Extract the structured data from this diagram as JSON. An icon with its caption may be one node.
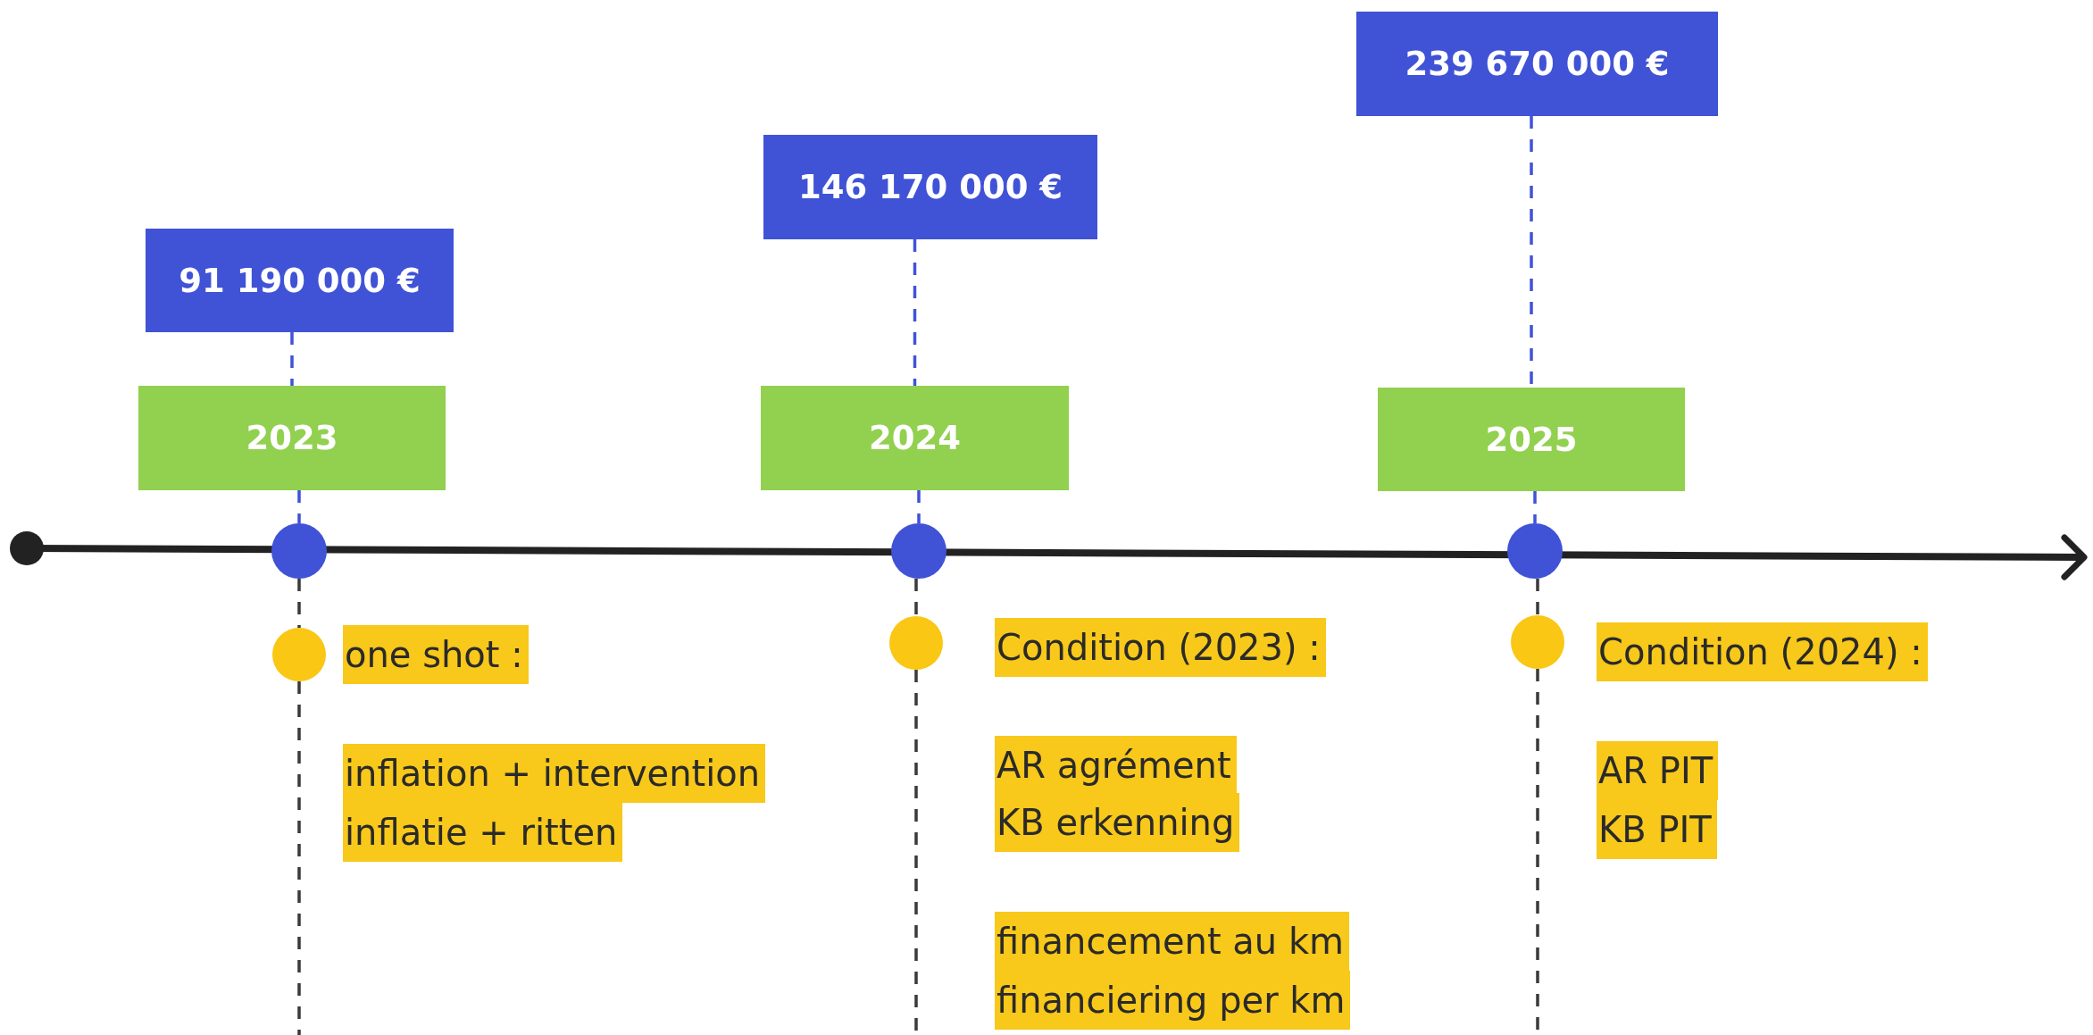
{
  "diagram": {
    "nodes": [
      {
        "text": [
          "91 190 000 €"
        ]
      },
      {
        "text": [
          "146 170 000 €"
        ]
      },
      {
        "text": [
          "239 670 000 €"
        ]
      },
      {
        "text": [
          "2023"
        ]
      },
      {
        "text": [
          "2024"
        ]
      },
      {
        "text": [
          "2025"
        ]
      },
      {
        "text": [],
        "shape": "circle"
      },
      {
        "text": [],
        "shape": "circle"
      },
      {
        "text": [],
        "shape": "circle"
      },
      {
        "text": [],
        "shape": "circle"
      },
      {
        "text": [],
        "shape": "circle"
      },
      {
        "text": [],
        "shape": "circle"
      }
    ],
    "edges": [
      {
        "from": 0,
        "to": 3,
        "arrow": "none",
        "style": "dashed",
        "color": "#4053d6"
      },
      {
        "from": 3,
        "to": 6,
        "arrow": "none",
        "style": "dashed",
        "color": "#4053d6"
      },
      {
        "from": 6,
        "to": 9,
        "arrow": "none",
        "style": "dashed",
        "color": "#3a3a3a"
      },
      {
        "from": 9,
        "to": null,
        "arrow": "none",
        "style": "dashed",
        "color": "#3a3a3a"
      },
      {
        "from": 1,
        "to": 4,
        "arrow": "none",
        "style": "dashed",
        "color": "#4053d6"
      },
      {
        "from": 4,
        "to": 7,
        "arrow": "none",
        "style": "dashed",
        "color": "#4053d6"
      },
      {
        "from": 7,
        "to": 10,
        "arrow": "none",
        "style": "dashed",
        "color": "#3a3a3a"
      },
      {
        "from": 10,
        "to": null,
        "arrow": "none",
        "style": "dashed",
        "color": "#3a3a3a"
      },
      {
        "from": 2,
        "to": 5,
        "arrow": "none",
        "style": "dashed",
        "color": "#4053d6"
      },
      {
        "from": 5,
        "to": 8,
        "arrow": "none",
        "style": "dashed",
        "color": "#4053d6"
      },
      {
        "from": 8,
        "to": 11,
        "arrow": "none",
        "style": "dashed",
        "color": "#3a3a3a"
      },
      {
        "from": 11,
        "to": null,
        "arrow": "none",
        "style": "dashed",
        "color": "#3a3a3a"
      }
    ],
    "labels": [
      "one shot :",
      "inflation + intervention",
      "inflatie + ritten",
      "Condition (2023) :",
      "AR agrément",
      "KB erkenning",
      "financement au km",
      "financiering per km",
      "Condition (2024) :",
      "AR PIT",
      "KB PIT"
    ]
  }
}
